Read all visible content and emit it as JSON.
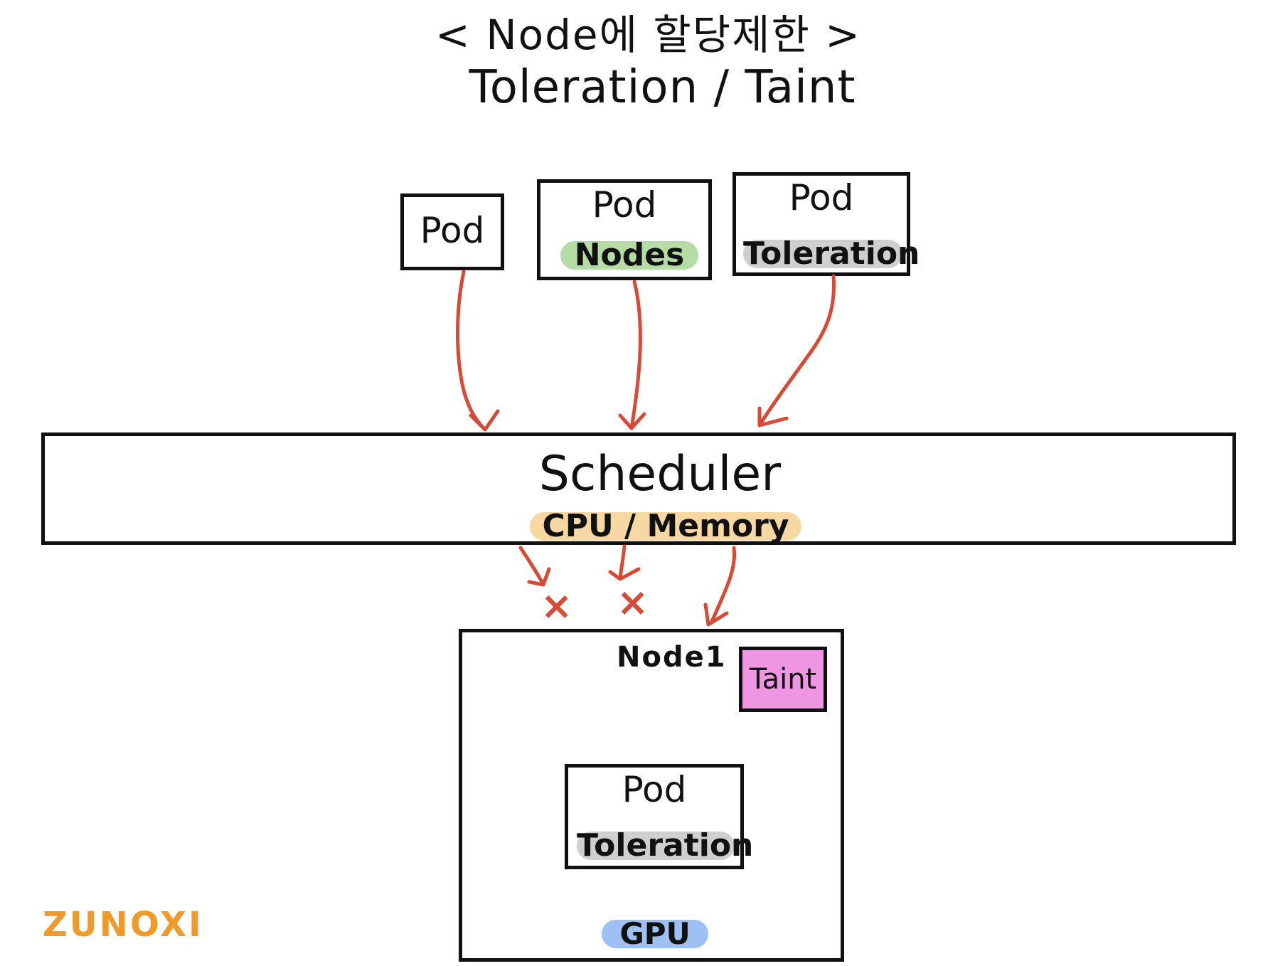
{
  "title": {
    "line1": "< Node에 할당제한 >",
    "line2": "Toleration / Taint"
  },
  "pods_top": [
    {
      "label": "Pod",
      "chip": null
    },
    {
      "label": "Pod",
      "chip": "Nodes"
    },
    {
      "label": "Pod",
      "chip": "Toleration"
    }
  ],
  "scheduler": {
    "label": "Scheduler",
    "chip": "CPU / Memory"
  },
  "node": {
    "label": "Node1",
    "taint": "Taint",
    "pod": {
      "label": "Pod",
      "chip": "Toleration"
    },
    "gpu": "GPU"
  },
  "rejects": [
    "×",
    "×"
  ],
  "signature": "ZUNOXI",
  "colors": {
    "arrow": "#d94a36",
    "nodes_chip": "#b6dca5",
    "toleration_chip": "#cfcfcf",
    "cpu_memory_chip": "#f7d7a2",
    "taint_fill": "#ee96e2",
    "gpu_chip": "#9ec0f5",
    "signature": "#ef9a2a"
  }
}
